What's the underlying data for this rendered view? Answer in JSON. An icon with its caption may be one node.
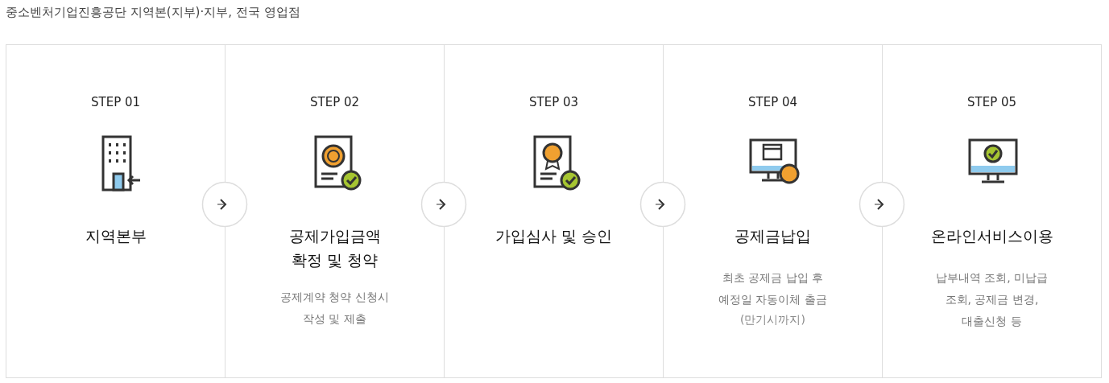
{
  "diagram": {
    "title": "중소벤처기업진흥공단 지역본(지부)·지부, 전국 영업점",
    "nodes": [
      {
        "text": [
          "STEP 01",
          "지역본부"
        ]
      },
      {
        "text": [
          "STEP 02",
          "공제가입금액 확정 및 청약",
          "공제계약 청약 신청시 작성 및 제출"
        ]
      },
      {
        "text": [
          "STEP 03",
          "가입심사 및 승인"
        ]
      },
      {
        "text": [
          "STEP 04",
          "공제금납입",
          "최초 공제금 납입 후 예정일 자동이체 출금",
          "(만기시까지)"
        ]
      },
      {
        "text": [
          "STEP 05",
          "온라인서비스이용",
          "납부내역 조회, 미납급 조회, 공제금 변경, 대출신청 등"
        ]
      }
    ],
    "edges": [
      {
        "from": 0,
        "to": 1,
        "arrow": "to"
      },
      {
        "from": 1,
        "to": 2,
        "arrow": "to"
      },
      {
        "from": 2,
        "to": 3,
        "arrow": "to"
      },
      {
        "from": 3,
        "to": 4,
        "arrow": "to"
      }
    ]
  }
}
